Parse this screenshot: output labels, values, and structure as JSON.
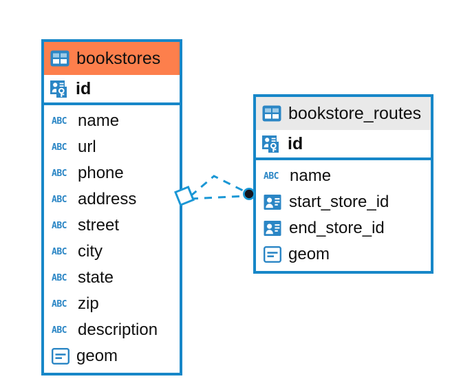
{
  "diagram": {
    "type": "entity-relationship-diagram",
    "background": "#ffffff",
    "accent_color": "#1787c8",
    "entities": [
      {
        "name": "bookstores",
        "header_color": "#fd7f4c",
        "primary_key": {
          "label": "id",
          "icon": "primary-key-icon"
        },
        "fields": [
          {
            "label": "name",
            "icon": "abc-icon",
            "icon_text": "ABC"
          },
          {
            "label": "url",
            "icon": "abc-icon",
            "icon_text": "ABC"
          },
          {
            "label": "phone",
            "icon": "abc-icon",
            "icon_text": "ABC"
          },
          {
            "label": "address",
            "icon": "abc-icon",
            "icon_text": "ABC"
          },
          {
            "label": "street",
            "icon": "abc-icon",
            "icon_text": "ABC"
          },
          {
            "label": "city",
            "icon": "abc-icon",
            "icon_text": "ABC"
          },
          {
            "label": "state",
            "icon": "abc-icon",
            "icon_text": "ABC"
          },
          {
            "label": "zip",
            "icon": "abc-icon",
            "icon_text": "ABC"
          },
          {
            "label": "description",
            "icon": "abc-icon",
            "icon_text": "ABC"
          },
          {
            "label": "geom",
            "icon": "geometry-icon",
            "icon_text": ""
          }
        ]
      },
      {
        "name": "bookstore_routes",
        "header_color": "#e9e9e9",
        "primary_key": {
          "label": "id",
          "icon": "primary-key-icon"
        },
        "fields": [
          {
            "label": "name",
            "icon": "abc-icon",
            "icon_text": "ABC"
          },
          {
            "label": "start_store_id",
            "icon": "foreign-key-icon",
            "icon_text": ""
          },
          {
            "label": "end_store_id",
            "icon": "foreign-key-icon",
            "icon_text": ""
          },
          {
            "label": "geom",
            "icon": "geometry-icon",
            "icon_text": ""
          }
        ]
      }
    ],
    "relationship": {
      "source_entity": "bookstores",
      "target_entity": "bookstore_routes",
      "source_marker": "diamond",
      "target_marker": "filled-circle",
      "line_style": "dashed",
      "line_color": "#1b97d5",
      "link_count": 2
    }
  }
}
